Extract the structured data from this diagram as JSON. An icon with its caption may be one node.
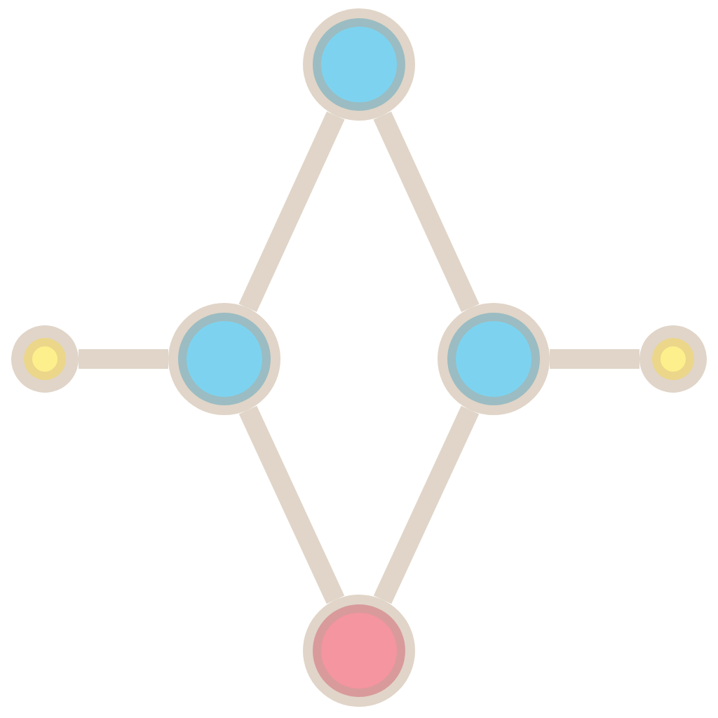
{
  "diagram": {
    "nodes": [
      {
        "text": [],
        "shape": "circle"
      },
      {
        "text": [],
        "shape": "circle"
      },
      {
        "text": [],
        "shape": "circle"
      },
      {
        "text": [],
        "shape": "circle"
      },
      {
        "text": [],
        "shape": "circle"
      },
      {
        "text": [],
        "shape": "circle"
      }
    ],
    "edges": [
      {
        "from": 1,
        "to": 2,
        "arrow": "none"
      },
      {
        "from": 2,
        "to": 0,
        "arrow": "none"
      },
      {
        "from": 0,
        "to": 3,
        "arrow": "none"
      },
      {
        "from": 3,
        "to": 4,
        "arrow": "none"
      },
      {
        "from": 2,
        "to": 5,
        "arrow": "none"
      },
      {
        "from": 5,
        "to": 3,
        "arrow": "none"
      }
    ]
  }
}
